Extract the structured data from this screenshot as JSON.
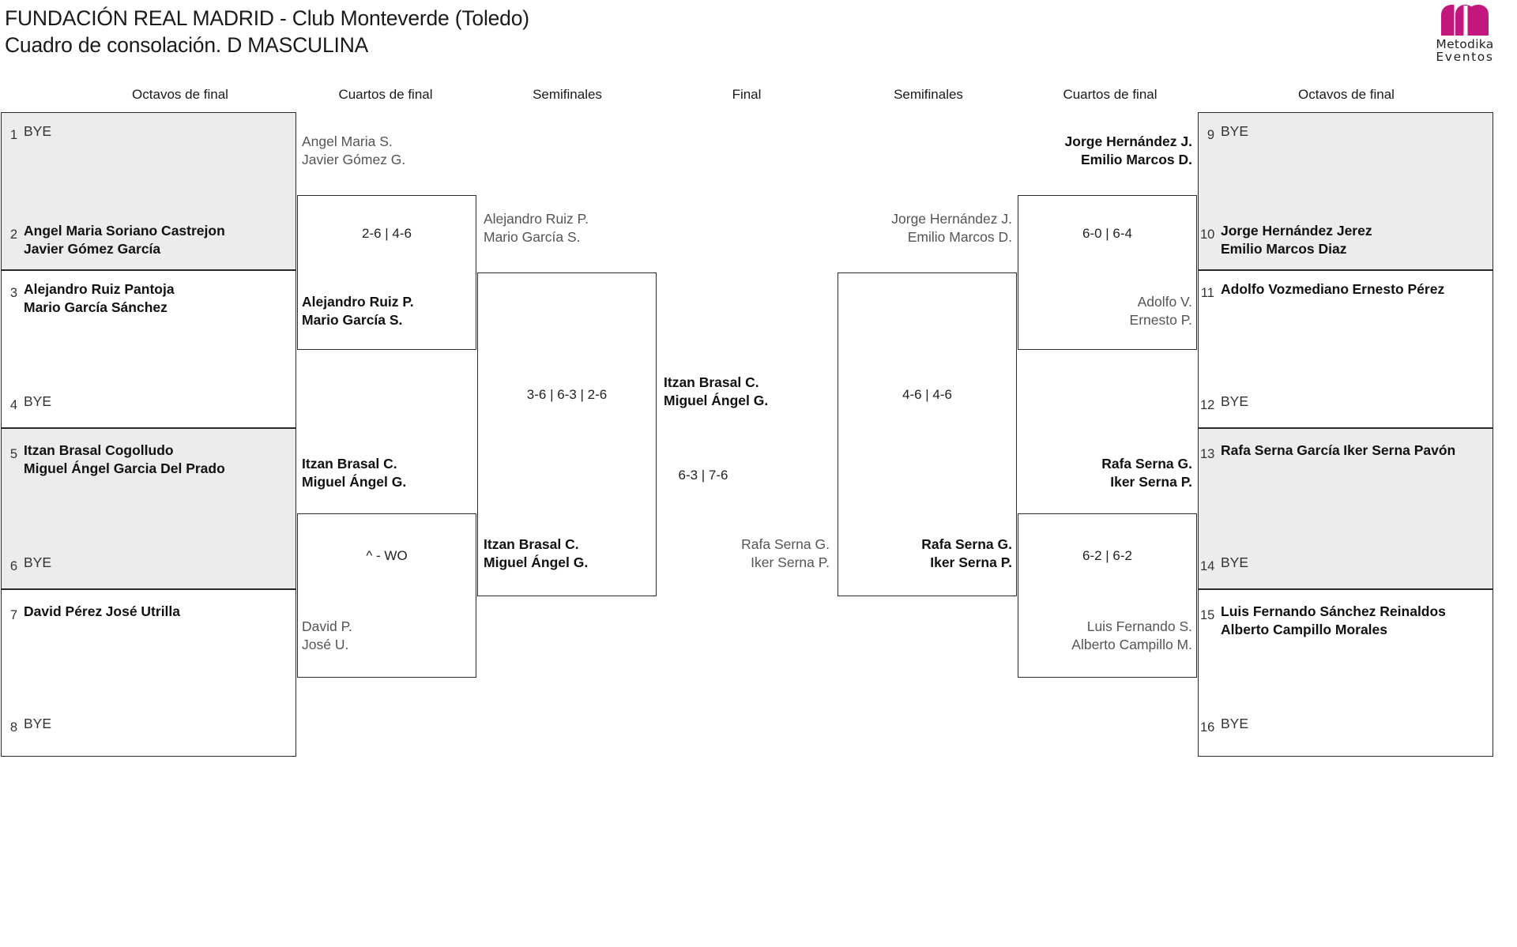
{
  "header": {
    "title_line1": "FUNDACIÓN REAL MADRID - Club Monteverde (Toledo)",
    "title_line2": "Cuadro de consolación. D MASCULINA",
    "logo_line1": "Metodika",
    "logo_line2": "Eventos",
    "logo_color": "#C2187E"
  },
  "round_headers": {
    "left_r16": "Octavos de final",
    "left_qf": "Cuartos de final",
    "left_sf": "Semifinales",
    "final": "Final",
    "right_sf": "Semifinales",
    "right_qf": "Cuartos de final",
    "right_r16": "Octavos de final"
  },
  "left_r16": [
    {
      "seed": "1",
      "bye": "BYE",
      "p1": "",
      "p2": ""
    },
    {
      "seed": "2",
      "bye": "",
      "p1": "Angel Maria Soriano Castrejon",
      "p2": "Javier Gómez García"
    },
    {
      "seed": "3",
      "bye": "",
      "p1": "Alejandro Ruiz Pantoja",
      "p2": "Mario García Sánchez"
    },
    {
      "seed": "4",
      "bye": "BYE",
      "p1": "",
      "p2": ""
    },
    {
      "seed": "5",
      "bye": "",
      "p1": "Itzan Brasal Cogolludo",
      "p2": "Miguel Ángel Garcia Del Prado"
    },
    {
      "seed": "6",
      "bye": "BYE",
      "p1": "",
      "p2": ""
    },
    {
      "seed": "7",
      "bye": "",
      "p1": "David Pérez",
      "p2": "José Utrilla"
    },
    {
      "seed": "8",
      "bye": "BYE",
      "p1": "",
      "p2": ""
    }
  ],
  "right_r16": [
    {
      "seed": "9",
      "bye": "BYE",
      "p1": "",
      "p2": ""
    },
    {
      "seed": "10",
      "bye": "",
      "p1": "Jorge Hernández Jerez",
      "p2": "Emilio Marcos Diaz"
    },
    {
      "seed": "11",
      "bye": "",
      "p1": "Adolfo Vozmediano",
      "p2": "Ernesto Pérez"
    },
    {
      "seed": "12",
      "bye": "BYE",
      "p1": "",
      "p2": ""
    },
    {
      "seed": "13",
      "bye": "",
      "p1": "Rafa Serna García",
      "p2": "Iker Serna Pavón"
    },
    {
      "seed": "14",
      "bye": "BYE",
      "p1": "",
      "p2": ""
    },
    {
      "seed": "15",
      "bye": "",
      "p1": "Luis Fernando Sánchez Reinaldos",
      "p2": "Alberto Campillo Morales"
    },
    {
      "seed": "16",
      "bye": "BYE",
      "p1": "",
      "p2": ""
    }
  ],
  "left_qf": {
    "m1": {
      "top_p1": "Angel Maria S.",
      "top_p2": "Javier Gómez G.",
      "bot_p1": "Alejandro Ruiz P.",
      "bot_p2": "Mario García S.",
      "score": "2-6 | 4-6"
    },
    "m2": {
      "top_p1": "Itzan Brasal C.",
      "top_p2": "Miguel Ángel G.",
      "bot_p1": "David P.",
      "bot_p2": "José U.",
      "score": "^ - WO"
    }
  },
  "left_sf": {
    "top_p1": "Alejandro Ruiz P.",
    "top_p2": "Mario García S.",
    "bot_p1": "Itzan Brasal C.",
    "bot_p2": "Miguel Ángel G.",
    "score": "3-6 | 6-3 | 2-6"
  },
  "final": {
    "left_p1": "Itzan Brasal C.",
    "left_p2": "Miguel Ángel G.",
    "right_p1": "Rafa Serna G.",
    "right_p2": "Iker Serna P.",
    "score": "6-3 | 7-6"
  },
  "right_sf": {
    "top_p1": "Jorge Hernández J.",
    "top_p2": "Emilio Marcos D.",
    "bot_p1": "Rafa Serna G.",
    "bot_p2": "Iker Serna P.",
    "score": "4-6 | 4-6"
  },
  "right_qf": {
    "m1": {
      "top_p1": "Jorge Hernández J.",
      "top_p2": "Emilio Marcos D.",
      "bot_p1": "Adolfo V.",
      "bot_p2": "Ernesto P.",
      "score": "6-0 | 6-4"
    },
    "m2": {
      "top_p1": "Rafa Serna G.",
      "top_p2": "Iker Serna P.",
      "bot_p1": "Luis Fernando S.",
      "bot_p2": "Alberto Campillo M.",
      "score": "6-2 | 6-2"
    }
  }
}
